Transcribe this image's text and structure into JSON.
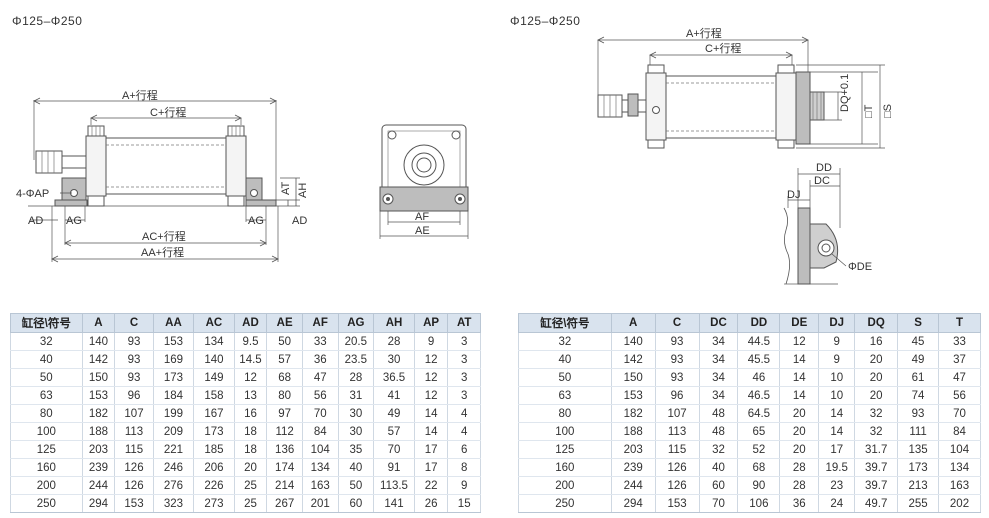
{
  "left_caption": "Φ125–Φ250",
  "right_caption": "Φ125–Φ250",
  "left_side_view": {
    "dim_a": "A+行程",
    "dim_c": "C+行程",
    "dim_ac": "AC+行程",
    "dim_aa": "AA+行程",
    "label_ap": "4-ΦAP",
    "label_ad_left": "AD",
    "label_ag_left": "AG",
    "label_ag_right": "AG",
    "label_ad_right": "AD",
    "label_at": "AT",
    "label_ah": "AH"
  },
  "left_end_view": {
    "label_af": "AF",
    "label_ae": "AE"
  },
  "right_side_view": {
    "dim_a": "A+行程",
    "dim_c": "C+行程",
    "label_dq": "DQ+0.1",
    "label_t": "□T",
    "label_s": "□S"
  },
  "right_detail_view": {
    "label_dd": "DD",
    "label_dc": "DC",
    "label_dj": "DJ",
    "label_de": "ΦDE"
  },
  "left_table": {
    "headers": [
      "缸径\\符号",
      "A",
      "C",
      "AA",
      "AC",
      "AD",
      "AE",
      "AF",
      "AG",
      "AH",
      "AP",
      "AT"
    ],
    "rows": [
      [
        "32",
        "140",
        "93",
        "153",
        "134",
        "9.5",
        "50",
        "33",
        "20.5",
        "28",
        "9",
        "3"
      ],
      [
        "40",
        "142",
        "93",
        "169",
        "140",
        "14.5",
        "57",
        "36",
        "23.5",
        "30",
        "12",
        "3"
      ],
      [
        "50",
        "150",
        "93",
        "173",
        "149",
        "12",
        "68",
        "47",
        "28",
        "36.5",
        "12",
        "3"
      ],
      [
        "63",
        "153",
        "96",
        "184",
        "158",
        "13",
        "80",
        "56",
        "31",
        "41",
        "12",
        "3"
      ],
      [
        "80",
        "182",
        "107",
        "199",
        "167",
        "16",
        "97",
        "70",
        "30",
        "49",
        "14",
        "4"
      ],
      [
        "100",
        "188",
        "113",
        "209",
        "173",
        "18",
        "112",
        "84",
        "30",
        "57",
        "14",
        "4"
      ],
      [
        "125",
        "203",
        "115",
        "221",
        "185",
        "18",
        "136",
        "104",
        "35",
        "70",
        "17",
        "6"
      ],
      [
        "160",
        "239",
        "126",
        "246",
        "206",
        "20",
        "174",
        "134",
        "40",
        "91",
        "17",
        "8"
      ],
      [
        "200",
        "244",
        "126",
        "276",
        "226",
        "25",
        "214",
        "163",
        "50",
        "113.5",
        "22",
        "9"
      ],
      [
        "250",
        "294",
        "153",
        "323",
        "273",
        "25",
        "267",
        "201",
        "60",
        "141",
        "26",
        "15"
      ]
    ]
  },
  "right_table": {
    "headers": [
      "缸径\\符号",
      "A",
      "C",
      "DC",
      "DD",
      "DE",
      "DJ",
      "DQ",
      "S",
      "T"
    ],
    "rows": [
      [
        "32",
        "140",
        "93",
        "34",
        "44.5",
        "12",
        "9",
        "16",
        "45",
        "33"
      ],
      [
        "40",
        "142",
        "93",
        "34",
        "45.5",
        "14",
        "9",
        "20",
        "49",
        "37"
      ],
      [
        "50",
        "150",
        "93",
        "34",
        "46",
        "14",
        "10",
        "20",
        "61",
        "47"
      ],
      [
        "63",
        "153",
        "96",
        "34",
        "46.5",
        "14",
        "10",
        "20",
        "74",
        "56"
      ],
      [
        "80",
        "182",
        "107",
        "48",
        "64.5",
        "20",
        "14",
        "32",
        "93",
        "70"
      ],
      [
        "100",
        "188",
        "113",
        "48",
        "65",
        "20",
        "14",
        "32",
        "111",
        "84"
      ],
      [
        "125",
        "203",
        "115",
        "32",
        "52",
        "20",
        "17",
        "31.7",
        "135",
        "104"
      ],
      [
        "160",
        "239",
        "126",
        "40",
        "68",
        "28",
        "19.5",
        "39.7",
        "173",
        "134"
      ],
      [
        "200",
        "244",
        "126",
        "60",
        "90",
        "28",
        "23",
        "39.7",
        "213",
        "163"
      ],
      [
        "250",
        "294",
        "153",
        "70",
        "106",
        "36",
        "24",
        "49.7",
        "255",
        "202"
      ]
    ]
  }
}
